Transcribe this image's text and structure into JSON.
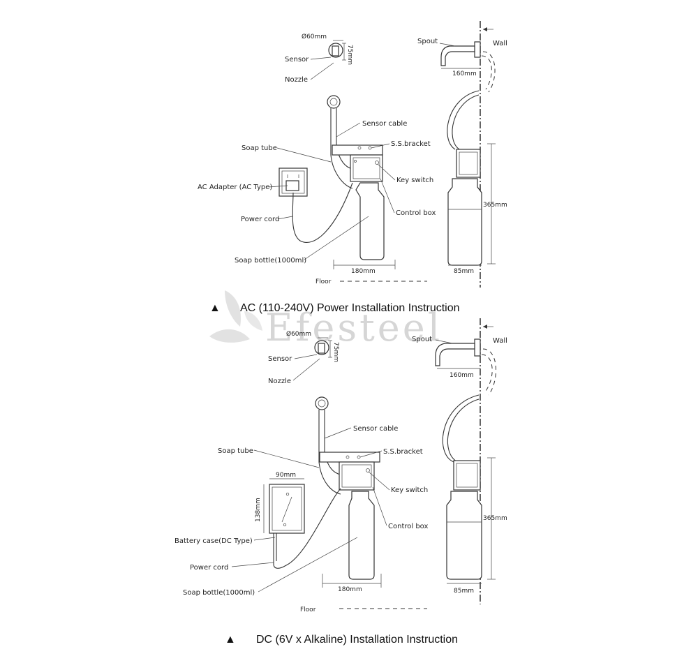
{
  "watermark": "Efesteel",
  "panels": [
    {
      "id": "ac",
      "caption": "AC (110-240V) Power Installation Instruction",
      "marker": "▲",
      "labels": {
        "diameter": "Ø60mm",
        "height75": "75mm",
        "sensor": "Sensor",
        "nozzle": "Nozzle",
        "spout": "Spout",
        "wall": "Wall",
        "spout_len": "160mm",
        "sensor_cable": "Sensor cable",
        "soap_tube": "Soap tube",
        "bracket": "S.S.bracket",
        "power_source": "AC Adapter (AC Type)",
        "key_switch": "Key switch",
        "control_box": "Control box",
        "power_cord": "Power cord",
        "soap_bottle": "Soap bottle(1000ml)",
        "height365": "365mm",
        "width180": "180mm",
        "width85": "85mm",
        "floor": "Floor"
      }
    },
    {
      "id": "dc",
      "caption": "DC (6V x Alkaline) Installation Instruction",
      "marker": "▲",
      "labels": {
        "diameter": "Ø60mm",
        "height75": "75mm",
        "sensor": "Sensor",
        "nozzle": "Nozzle",
        "spout": "Spout",
        "wall": "Wall",
        "spout_len": "160mm",
        "sensor_cable": "Sensor cable",
        "soap_tube": "Soap tube",
        "bracket": "S.S.bracket",
        "power_source": "Battery case(DC Type)",
        "battery_w": "90mm",
        "battery_h": "138mm",
        "key_switch": "Key switch",
        "control_box": "Control box",
        "power_cord": "Power cord",
        "soap_bottle": "Soap bottle(1000ml)",
        "height365": "365mm",
        "width180": "180mm",
        "width85": "85mm",
        "floor": "Floor"
      }
    }
  ]
}
